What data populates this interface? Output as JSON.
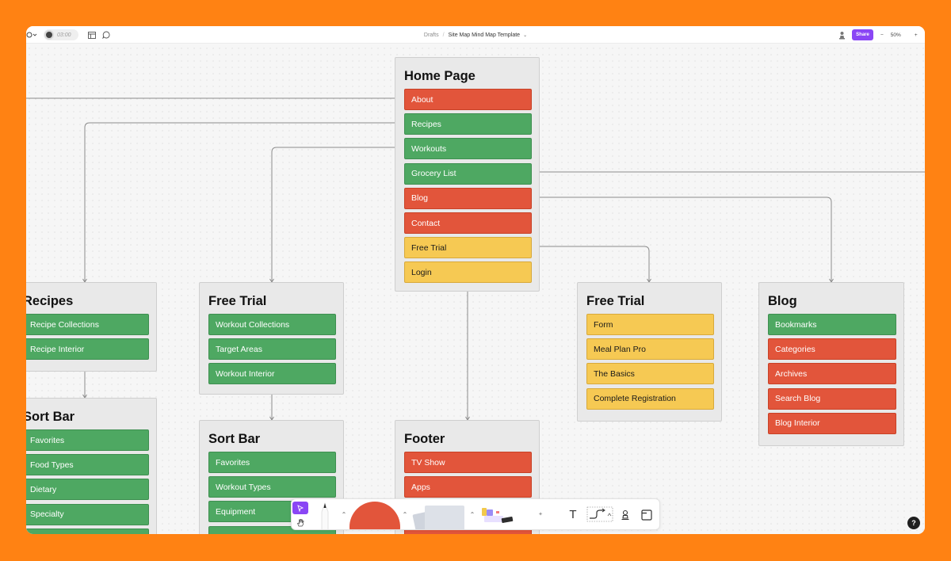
{
  "topbar": {
    "timer": "03:00",
    "breadcrumb_root": "Drafts",
    "breadcrumb_sep": "/",
    "file_title": "Site Map Mind Map Template",
    "share_label": "Share",
    "zoom_level": "50%",
    "zoom_out": "−",
    "zoom_in": "+"
  },
  "cards": [
    {
      "title": "Home Page",
      "items": [
        {
          "label": "About",
          "color": "red"
        },
        {
          "label": "Recipes",
          "color": "green"
        },
        {
          "label": "Workouts",
          "color": "green"
        },
        {
          "label": "Grocery List",
          "color": "green"
        },
        {
          "label": "Blog",
          "color": "red"
        },
        {
          "label": "Contact",
          "color": "red"
        },
        {
          "label": "Free Trial",
          "color": "yellow"
        },
        {
          "label": "Login",
          "color": "yellow"
        }
      ]
    },
    {
      "title": "Recipes",
      "items": [
        {
          "label": "Recipe Collections",
          "color": "green"
        },
        {
          "label": "Recipe Interior",
          "color": "green"
        }
      ]
    },
    {
      "title": "Free Trial",
      "items": [
        {
          "label": "Workout Collections",
          "color": "green"
        },
        {
          "label": "Target Areas",
          "color": "green"
        },
        {
          "label": "Workout Interior",
          "color": "green"
        }
      ]
    },
    {
      "title": "Free Trial",
      "items": [
        {
          "label": "Form",
          "color": "yellow"
        },
        {
          "label": "Meal Plan Pro",
          "color": "yellow"
        },
        {
          "label": "The Basics",
          "color": "yellow"
        },
        {
          "label": "Complete Registration",
          "color": "yellow"
        }
      ]
    },
    {
      "title": "Blog",
      "items": [
        {
          "label": "Bookmarks",
          "color": "green"
        },
        {
          "label": "Categories",
          "color": "red"
        },
        {
          "label": "Archives",
          "color": "red"
        },
        {
          "label": "Search Blog",
          "color": "red"
        },
        {
          "label": "Blog Interior",
          "color": "red"
        }
      ]
    },
    {
      "title": "Sort Bar",
      "items": [
        {
          "label": "Favorites",
          "color": "green"
        },
        {
          "label": "Food Types",
          "color": "green"
        },
        {
          "label": "Dietary",
          "color": "green"
        },
        {
          "label": "Specialty",
          "color": "green"
        },
        {
          "label": "",
          "color": "green"
        }
      ]
    },
    {
      "title": "Sort Bar",
      "items": [
        {
          "label": "Favorites",
          "color": "green"
        },
        {
          "label": "Workout Types",
          "color": "green"
        },
        {
          "label": "Equipment",
          "color": "green"
        },
        {
          "label": "",
          "color": "green"
        }
      ]
    },
    {
      "title": "Footer",
      "items": [
        {
          "label": "TV Show",
          "color": "red"
        },
        {
          "label": "Apps",
          "color": "red"
        },
        {
          "label": "",
          "color": "red"
        },
        {
          "label": "",
          "color": "red"
        }
      ]
    }
  ],
  "colors": {
    "background": "#FF8213",
    "green": "#4EA862",
    "red": "#E2553B",
    "yellow": "#F6C953",
    "card": "#E9E9E9",
    "accent": "#8A46F5"
  },
  "toolbar": {
    "tools": [
      "select-tool",
      "hand-tool",
      "pen-tool",
      "shape-tool",
      "sticky-note-tool",
      "sticker-tool",
      "text-tool",
      "connector-tool",
      "stamp-tool",
      "section-tool",
      "table-tool"
    ],
    "text_glyph": "T"
  },
  "help": {
    "label": "?"
  }
}
